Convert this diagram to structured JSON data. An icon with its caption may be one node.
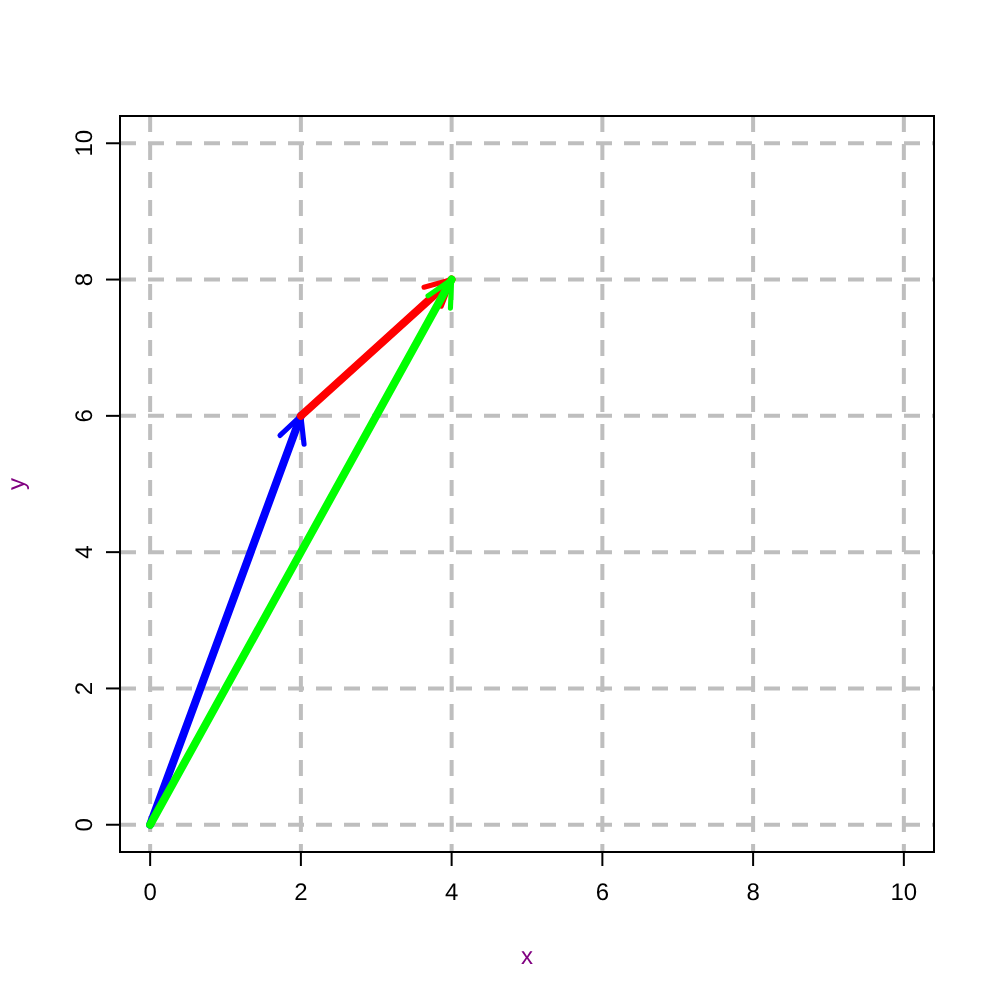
{
  "diagram": {
    "chart_data": {
      "type": "line",
      "xlabel": "x",
      "ylabel": "y",
      "x": [
        0,
        2,
        4
      ],
      "series": [
        {
          "color": "#0000ff",
          "values": [
            0,
            6,
            null
          ]
        },
        {
          "color": "#ff0000",
          "values": [
            null,
            6,
            8
          ]
        },
        {
          "color": "#00ff00",
          "values": [
            0,
            4,
            8
          ]
        }
      ],
      "grid": true,
      "xlim": [
        0,
        10
      ],
      "ylim": [
        0,
        10
      ],
      "xticks": [
        0,
        2,
        4,
        6,
        8,
        10
      ],
      "yticks": [
        0,
        2,
        4,
        6,
        8,
        10
      ]
    }
  }
}
